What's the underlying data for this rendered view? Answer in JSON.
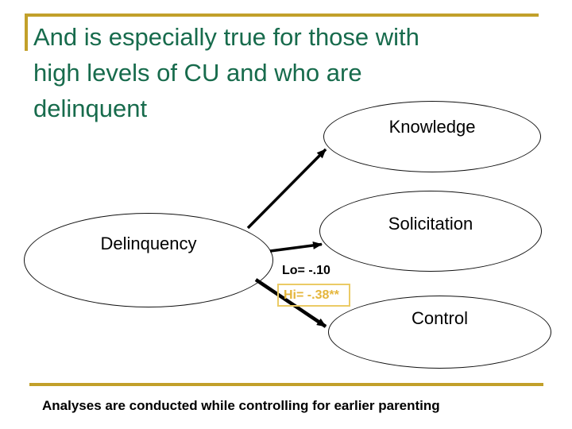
{
  "slide": {
    "title": "And is especially true for those with\nhigh levels of CU and who are\ndelinquent",
    "footer": "Analyses are conducted while controlling for earlier parenting"
  },
  "diagram": {
    "nodes": [
      {
        "id": "knowledge",
        "label": "Knowledge"
      },
      {
        "id": "solicitation",
        "label": "Solicitation"
      },
      {
        "id": "delinquency",
        "label": "Delinquency"
      },
      {
        "id": "control",
        "label": "Control"
      }
    ],
    "edges": [
      {
        "from": "delinquency",
        "to": "knowledge"
      },
      {
        "from": "delinquency",
        "to": "solicitation"
      },
      {
        "from": "delinquency",
        "to": "control",
        "labels": [
          "Lo= -.10",
          "Hi= -.38**"
        ]
      }
    ],
    "edge_labels": {
      "lo": "Lo= -.10",
      "hi": "Hi= -.38**"
    }
  },
  "colors": {
    "accent_gold": "#C2A02A",
    "hi_box_border": "#EBCB66",
    "hi_text_gold": "#E5B63C",
    "title_green": "#176B4C",
    "node_outline": "#111111",
    "arrow_black": "#000000",
    "background": "#FFFFFF"
  }
}
